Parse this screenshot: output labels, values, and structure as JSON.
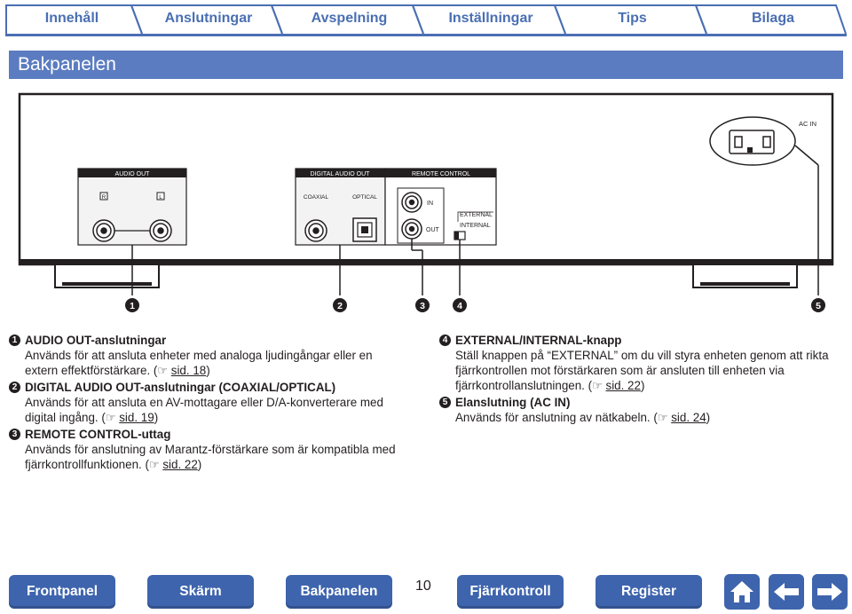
{
  "tabs": [
    "Innehåll",
    "Anslutningar",
    "Avspelning",
    "Inställningar",
    "Tips",
    "Bilaga"
  ],
  "page_title": "Bakpanelen",
  "panel": {
    "ac_in": "AC IN",
    "audio_out": "AUDIO OUT",
    "audio_r": "R",
    "audio_l": "L",
    "digital_audio_out": "DIGITAL AUDIO OUT",
    "coaxial": "COAXIAL",
    "optical": "OPTICAL",
    "remote_control": "REMOTE CONTROL",
    "in": "IN",
    "out": "OUT",
    "external": "EXTERNAL",
    "internal": "INTERNAL",
    "callouts": [
      "1",
      "2",
      "3",
      "4",
      "5"
    ]
  },
  "items": [
    {
      "num": "1",
      "title": "AUDIO OUT-anslutningar",
      "desc": "Används för att ansluta enheter med analoga ljudingångar eller en extern effektförstärkare.",
      "ref": "sid. 18"
    },
    {
      "num": "2",
      "title": "DIGITAL AUDIO OUT-anslutningar (COAXIAL/OPTICAL)",
      "desc": "Används för att ansluta en AV-mottagare eller D/A-konverterare med digital ingång.",
      "ref": "sid. 19"
    },
    {
      "num": "3",
      "title": "REMOTE CONTROL-uttag",
      "desc": "Används för anslutning av Marantz-förstärkare som är kompatibla med fjärrkontrollfunktionen.",
      "ref": "sid. 22"
    },
    {
      "num": "4",
      "title": "EXTERNAL/INTERNAL-knapp",
      "desc": "Ställ knappen på “EXTERNAL” om du vill styra enheten genom att rikta fjärrkontrollen mot förstärkaren som är ansluten till enheten via fjärrkontrollanslutningen.",
      "ref": "sid. 22"
    },
    {
      "num": "5",
      "title": "Elanslutning (AC IN)",
      "desc": "Används för anslutning av nätkabeln.",
      "ref": "sid. 24"
    }
  ],
  "bottom_nav": {
    "frontpanel": "Frontpanel",
    "skarm": "Skärm",
    "bakpanelen": "Bakpanelen",
    "fjarrkontroll": "Fjärrkontroll",
    "register": "Register"
  },
  "page_number": "10",
  "icons": {
    "home": "home-icon",
    "back": "arrow-left-icon",
    "forward": "arrow-right-icon"
  },
  "colors": {
    "accent": "#4a6fb3",
    "title_bar": "#5b7cc0",
    "nav": "#3e64ad"
  }
}
